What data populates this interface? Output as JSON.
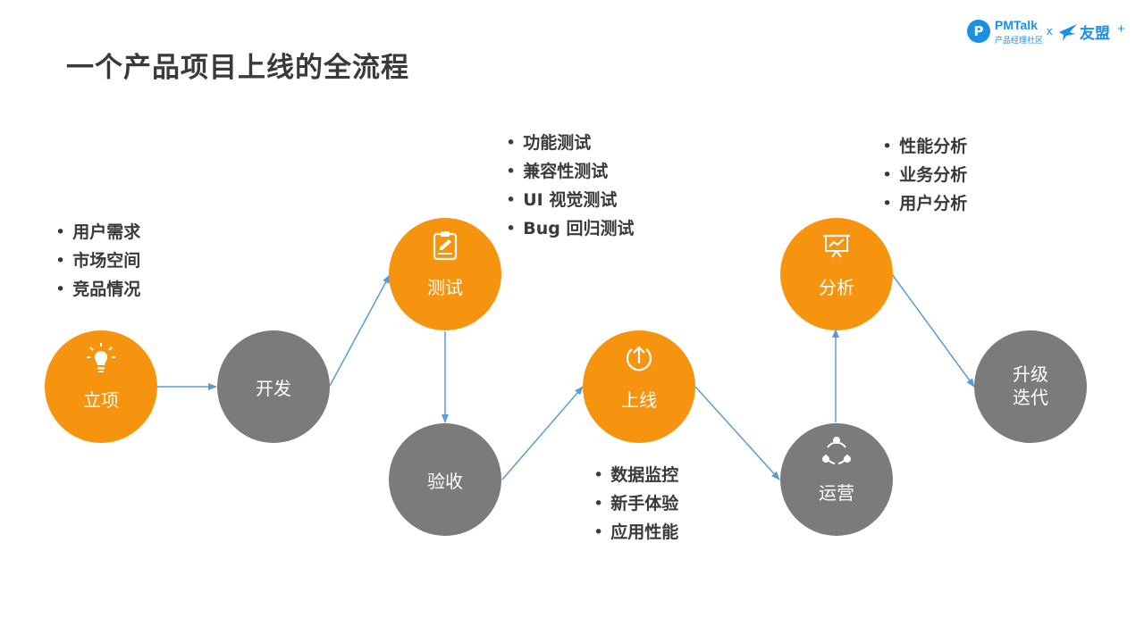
{
  "title": "一个产品项目上线的全流程",
  "logo": {
    "badge": "P",
    "brand": "PMTalk",
    "brand_sub": "产品经理社区",
    "separator": "x",
    "partner": "友盟",
    "plus": "+"
  },
  "colors": {
    "orange": "#f7940f",
    "gray": "#7b7b7b",
    "arrow": "#5b9bd5",
    "title": "#3a3a3a",
    "brand": "#1d8fe0"
  },
  "nodes": [
    {
      "id": "lixiang",
      "label": "立项",
      "color": "orange",
      "icon": "lightbulb-icon"
    },
    {
      "id": "kaifa",
      "label": "开发",
      "color": "gray",
      "icon": ""
    },
    {
      "id": "ceshi",
      "label": "测试",
      "color": "orange",
      "icon": "clipboard-edit-icon"
    },
    {
      "id": "yanshou",
      "label": "验收",
      "color": "gray",
      "icon": ""
    },
    {
      "id": "shangxian",
      "label": "上线",
      "color": "orange",
      "icon": "upload-icon"
    },
    {
      "id": "yunying",
      "label": "运营",
      "color": "gray",
      "icon": "share-network-icon"
    },
    {
      "id": "fenxi",
      "label": "分析",
      "color": "orange",
      "icon": "presentation-chart-icon"
    },
    {
      "id": "shengji",
      "label_lines": [
        "升级",
        "迭代"
      ],
      "color": "gray",
      "icon": ""
    }
  ],
  "bullets": {
    "lixiang": [
      "用户需求",
      "市场空间",
      "竞品情况"
    ],
    "ceshi": [
      "功能测试",
      "兼容性测试",
      "UI  视觉测试",
      "Bug  回归测试"
    ],
    "shangxian": [
      "数据监控",
      "新手体验",
      "应用性能"
    ],
    "fenxi": [
      "性能分析",
      "业务分析",
      "用户分析"
    ]
  },
  "flow": [
    [
      "lixiang",
      "kaifa"
    ],
    [
      "kaifa",
      "ceshi"
    ],
    [
      "ceshi",
      "yanshou"
    ],
    [
      "yanshou",
      "shangxian"
    ],
    [
      "shangxian",
      "yunying"
    ],
    [
      "yunying",
      "fenxi"
    ],
    [
      "fenxi",
      "shengji"
    ]
  ]
}
